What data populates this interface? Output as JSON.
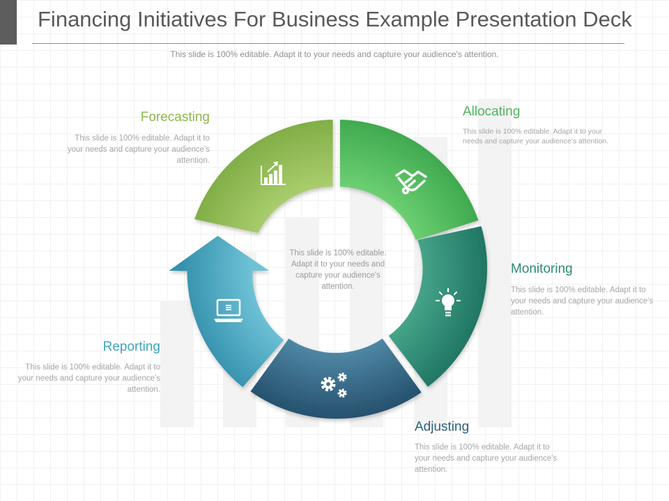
{
  "header": {
    "title": "Financing Initiatives For Business Example Presentation Deck",
    "subtitle": "This slide is 100% editable. Adapt it to your needs and capture your audience's attention."
  },
  "center": {
    "text": "This slide is 100% editable. Adapt it to your needs and capture your audience's attention."
  },
  "stages": {
    "forecasting": {
      "label": "Forecasting",
      "text": "This slide is 100% editable. Adapt it to your needs and capture your audience's attention.",
      "color": "#8cb84f",
      "icon": "bar-chart-growth-icon"
    },
    "allocating": {
      "label": "Allocating",
      "text": "This slide is 100% editable. Adapt it to your needs and capture your audience's attention.",
      "color": "#4fb45f",
      "icon": "handshake-icon"
    },
    "monitoring": {
      "label": "Monitoring",
      "text": "This slide is 100% editable. Adapt it to your needs and capture your audience's attention.",
      "color": "#2d8a72",
      "icon": "lightbulb-icon"
    },
    "adjusting": {
      "label": "Adjusting",
      "text": "This slide is 100% editable. Adapt it to your needs and capture your audience's attention.",
      "color": "#2b5f7f",
      "icon": "gears-icon"
    },
    "reporting": {
      "label": "Reporting",
      "text": "This slide is 100% editable. Adapt it to your needs and capture your audience's attention.",
      "color": "#3fa3be",
      "icon": "laptop-icon"
    }
  }
}
